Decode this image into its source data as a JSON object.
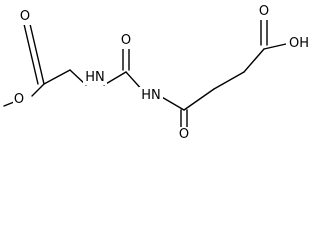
{
  "molecule": {
    "atoms": {
      "o_ester_carbonyl": "O",
      "o_methoxy": "O",
      "nh_upper": "HN",
      "o_urea": "O",
      "nh_lower": "HN",
      "o_amide": "O",
      "o_acid_carbonyl": "O",
      "oh_acid": "OH"
    }
  }
}
